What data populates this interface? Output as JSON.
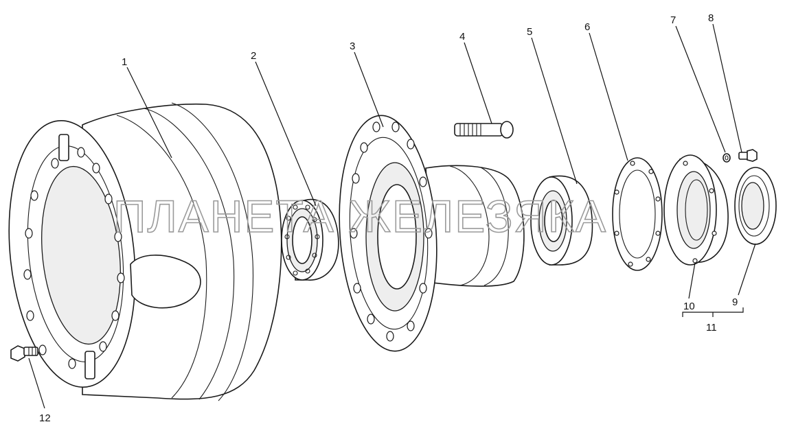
{
  "watermark": "ПЛАНЕТА ЖЕЛЕЗЯКА",
  "callouts": {
    "c1": "1",
    "c2": "2",
    "c3": "3",
    "c4": "4",
    "c5": "5",
    "c6": "6",
    "c7": "7",
    "c8": "8",
    "c9": "9",
    "c10": "10",
    "c11": "11",
    "c12": "12"
  },
  "parts": {
    "p1": "brake-drum",
    "p2": "roller-bearing",
    "p3": "wheel-hub",
    "p4": "wheel-stud",
    "p5": "bearing",
    "p6": "gasket",
    "p7": "washer",
    "p8": "bolt",
    "p9": "seal",
    "p10": "cover",
    "p11": "cover-assembly",
    "p12": "bolt"
  }
}
